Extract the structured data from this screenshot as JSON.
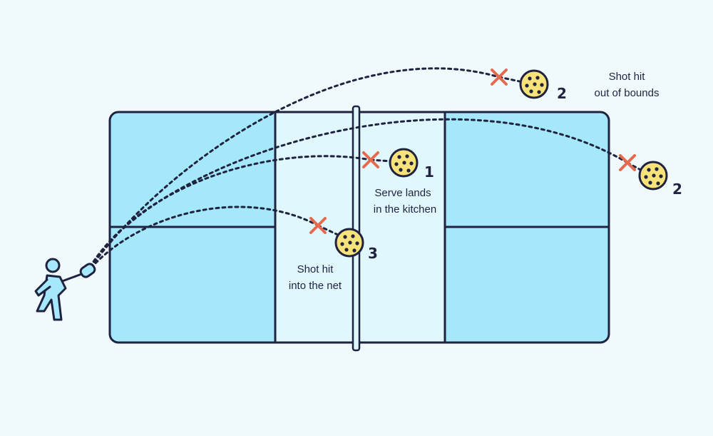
{
  "colors": {
    "background": "#f0fafd",
    "court": "#a6e8fb",
    "kitchen": "#e0f7fe",
    "line": "#1f2340",
    "miss_mark": "#e46a4e",
    "ball": "#f8e27a"
  },
  "icons": {
    "player": "player-swinging-paddle-icon",
    "ball": "pickleball-icon",
    "miss": "x-mark-icon"
  },
  "outcomes": [
    {
      "number": "1",
      "caption_lines": [
        "Serve lands",
        "in the kitchen"
      ]
    },
    {
      "number": "2",
      "caption_lines": [
        "Shot hit",
        "out of bounds"
      ]
    },
    {
      "number": "2"
    },
    {
      "number": "3",
      "caption_lines": [
        "Shot hit",
        "into the net"
      ]
    }
  ]
}
